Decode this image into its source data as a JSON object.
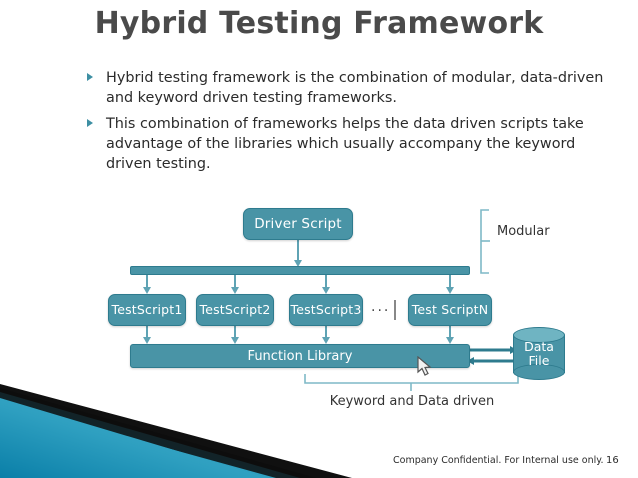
{
  "slide": {
    "title": "Hybrid Testing Framework",
    "page_number": "16",
    "footer": "Company Confidential. For Internal use only.",
    "accent_color": "#4994a6",
    "title_color": "#4a4a4a",
    "bullet_color": "#3d8fa3"
  },
  "bullets": [
    {
      "text": "Hybrid testing framework is the combination of modular, data-driven and keyword driven testing frameworks."
    },
    {
      "text": "This combination of frameworks helps the data driven scripts take advantage of the libraries which usually accompany the keyword driven testing."
    }
  ],
  "diagram": {
    "driver_script": "Driver Script",
    "test_scripts": [
      "Test Script1",
      "Test Script2",
      "Test Script3",
      "Test Script N"
    ],
    "ellipsis": "···",
    "function_library": "Function Library",
    "data_file": "Data File",
    "modular_label": "Modular",
    "keyword_label": "Keyword and Data driven"
  }
}
